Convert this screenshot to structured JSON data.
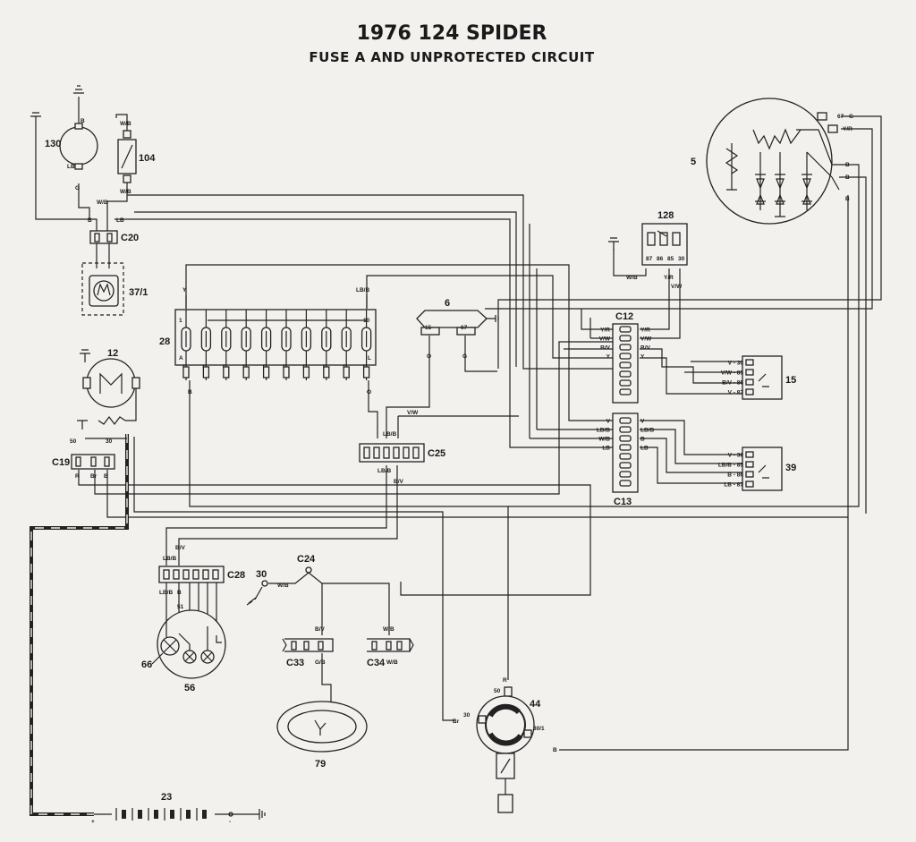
{
  "title": "1976 124 SPIDER",
  "subtitle": "FUSE A AND UNPROTECTED CIRCUIT",
  "components": {
    "c130": "130",
    "c104": "104",
    "c20": "C20",
    "c371": "37/1",
    "c12": "12",
    "c19": "C19",
    "c28": "28",
    "c6": "6",
    "c128": "128",
    "c5": "5",
    "c12conn": "C12",
    "c13conn": "C13",
    "c15": "15",
    "c39": "39",
    "c25": "C25",
    "c28conn": "C28",
    "c30": "30",
    "c24": "C24",
    "c66": "66",
    "c56": "56",
    "c33": "C33",
    "c34": "C34",
    "c79": "79",
    "c44": "44",
    "c23": "23"
  },
  "wires": {
    "b": "B",
    "lb": "LB",
    "g": "G",
    "wb": "W/B",
    "r": "R",
    "br": "Br",
    "y": "Y",
    "yr": "Y/R",
    "vw": "V/W",
    "bv": "B/V",
    "v": "V",
    "lbb": "LB/B",
    "gb": "G/B",
    "o": "O"
  },
  "pins": {
    "p50": "50",
    "p30": "30",
    "p301": "30/1",
    "p51": "51",
    "p15": "15",
    "p67": "67",
    "p1": "1",
    "p10": "10",
    "pa": "A",
    "pl": "L",
    "p86": "86",
    "p85": "85",
    "p87": "87",
    "r30": "30",
    "plus": "+",
    "minus": "-"
  },
  "relay15_labels": [
    "V - 30",
    "V/W - 85",
    "B/V - 86",
    "V - 87"
  ],
  "relay39_labels": [
    "V - 30",
    "LB/B - 85",
    "B - 86",
    "LB - 87"
  ],
  "c12_left": [
    "Y/R",
    "V/W",
    "B/V",
    "Y"
  ],
  "c12_right": [
    "Y/R",
    "V/W",
    "B/V",
    "Y"
  ],
  "c13_left": [
    "V",
    "LB/B",
    "W/B",
    "LB"
  ],
  "c13_right": [
    "V",
    "LB/B",
    "B",
    "LB"
  ],
  "c5_labels": [
    "67 - G",
    "Y/R",
    "B",
    "B",
    "B"
  ]
}
